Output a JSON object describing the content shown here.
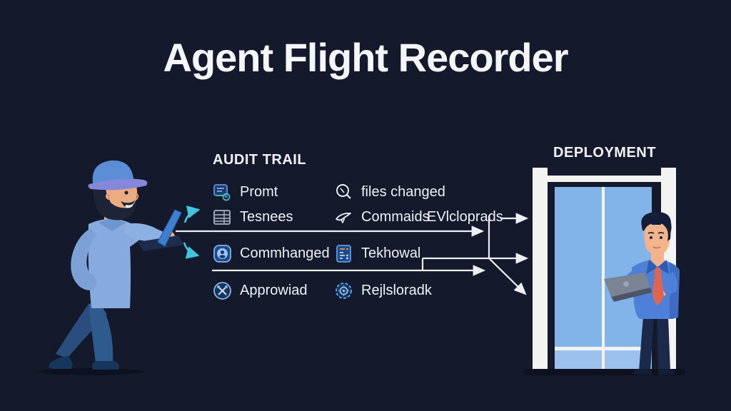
{
  "title": "Agent Flight Recorder",
  "colors": {
    "background": "#141a2c",
    "text": "#f2f4f8",
    "flow_line": "#edeff4",
    "accent_cyan": "#3fc6dc",
    "door_blue": "#82b4ea",
    "pillar_white": "#f3f3f1",
    "icon_blue": "#4d8fd8",
    "tie_red": "#e0654e"
  },
  "audit_trail": {
    "header": "AUDIT TRAIL",
    "items": [
      {
        "label": "Promt",
        "icon": "prompt-document-icon"
      },
      {
        "label": "Tesnees",
        "icon": "table-icon"
      },
      {
        "label": "Commhanged",
        "icon": "user-badge-icon"
      },
      {
        "label": "Approwiad",
        "icon": "crossed-tools-icon"
      },
      {
        "label": "files changed",
        "icon": "magnifier-icon"
      },
      {
        "label": "Commaids",
        "icon": "paper-plane-icon"
      },
      {
        "label": "Tekhowal",
        "icon": "calculator-icon"
      },
      {
        "label": "Rejlsloradk",
        "icon": "gear-icon"
      }
    ],
    "floating_label": "EVlcloprads"
  },
  "deployment": {
    "header": "DEPLOYMENT"
  },
  "illustrations": {
    "left_person": "man-in-cap-holding-laptop",
    "right_person": "man-with-tie-holding-laptop",
    "door": "deployment-doorway"
  }
}
